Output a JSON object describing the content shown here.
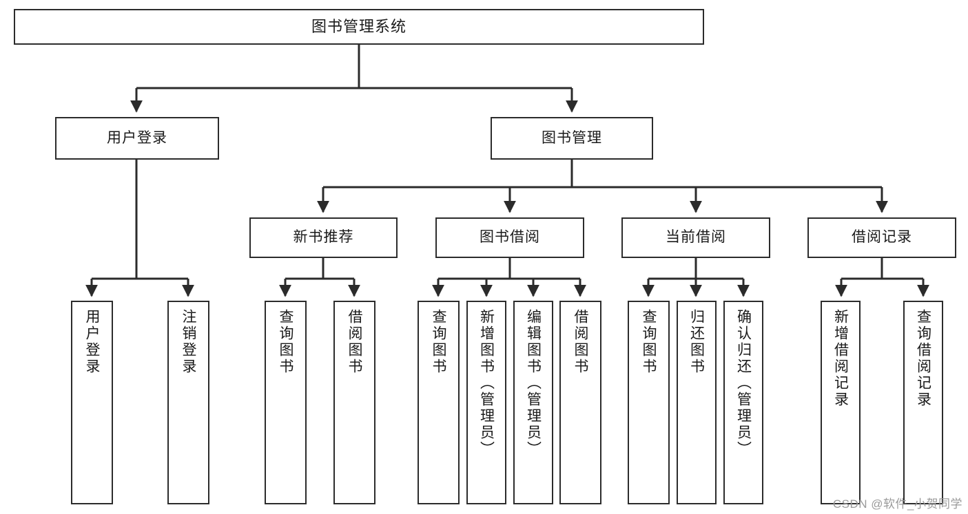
{
  "diagram": {
    "type": "tree-hierarchy-chart",
    "title": "图书管理系统",
    "watermark": "CSDN @软件_小贺同学",
    "colors": {
      "box_border": "#2b2b2b",
      "box_fill": "#ffffff",
      "connector": "#2b2b2b",
      "text": "#1a1a1a",
      "watermark": "#9a9a9a"
    },
    "root": {
      "label": "图书管理系统"
    },
    "level1": [
      {
        "label": "用户登录"
      },
      {
        "label": "图书管理"
      }
    ],
    "level2": [
      {
        "label": "新书推荐"
      },
      {
        "label": "图书借阅"
      },
      {
        "label": "当前借阅"
      },
      {
        "label": "借阅记录"
      }
    ],
    "leaves": {
      "user_login": [
        {
          "label": "用户登录"
        },
        {
          "label": "注销登录"
        }
      ],
      "new_book_recommend": [
        {
          "label": "查询图书"
        },
        {
          "label": "借阅图书"
        }
      ],
      "book_borrow": [
        {
          "label": "查询图书"
        },
        {
          "label": "新增图书（管理员）"
        },
        {
          "label": "编辑图书（管理员）"
        },
        {
          "label": "借阅图书"
        }
      ],
      "current_borrow": [
        {
          "label": "查询图书"
        },
        {
          "label": "归还图书"
        },
        {
          "label": "确认归还（管理员）"
        }
      ],
      "borrow_record": [
        {
          "label": "新增借阅记录"
        },
        {
          "label": "查询借阅记录"
        }
      ]
    }
  }
}
